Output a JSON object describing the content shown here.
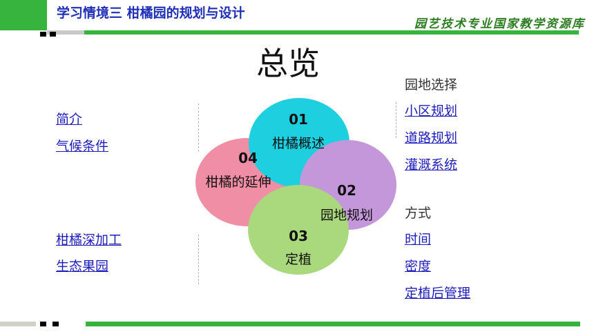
{
  "header": {
    "title": "学习情境三    柑橘园的规划与设计",
    "banner": "园艺技术专业国家教学资源库"
  },
  "page_title": "总览",
  "left_links": [
    "简介",
    "气候条件",
    "柑橘深加工",
    "生态果园"
  ],
  "right_groups": {
    "planning_head": "园地选择",
    "planning": [
      "小区规划",
      "道路规划",
      "灌溉系统"
    ],
    "planting_head": "方式",
    "planting": [
      "时间",
      "密度",
      "定植后管理"
    ]
  },
  "petals": [
    {
      "num": "01",
      "label": "柑橘概述",
      "color": "#1ecfdf"
    },
    {
      "num": "02",
      "label": "园地规划",
      "color": "#c497da"
    },
    {
      "num": "03",
      "label": "定植",
      "color": "#a9d97c"
    },
    {
      "num": "04",
      "label": "柑橘的延伸",
      "color": "#f08ea6"
    }
  ]
}
